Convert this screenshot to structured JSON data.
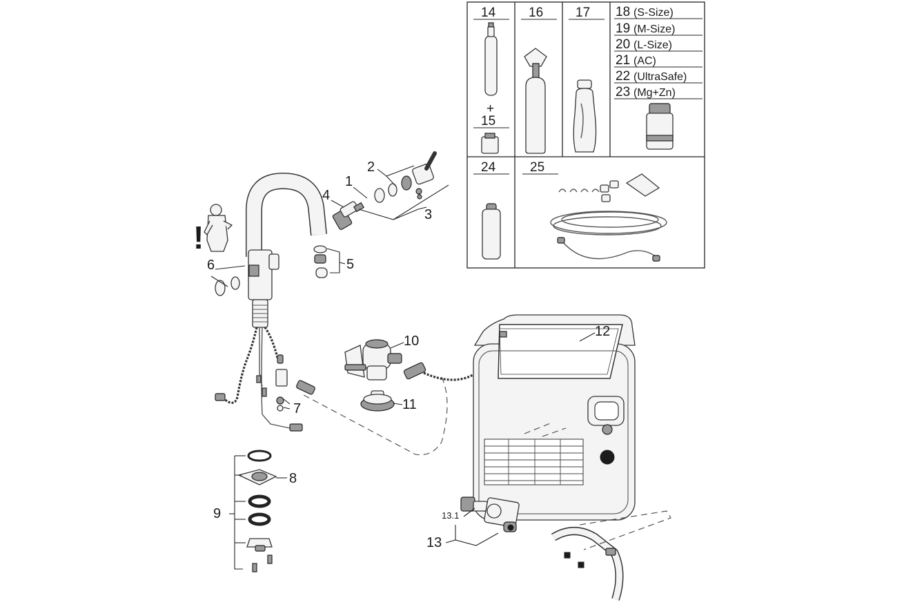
{
  "callouts": {
    "c1": "1",
    "c2": "2",
    "c3": "3",
    "c4": "4",
    "c5": "5",
    "c6": "6",
    "c7": "7",
    "c8": "8",
    "c9": "9",
    "c10": "10",
    "c11": "11",
    "c12": "12",
    "c13": "13",
    "c13_1": "13.1"
  },
  "accessory_table": {
    "c14": "14",
    "plus": "+",
    "c15": "15",
    "c16": "16",
    "c17": "17",
    "sizes": [
      {
        "num": "18",
        "text": "(S-Size)"
      },
      {
        "num": "19",
        "text": "(M-Size)"
      },
      {
        "num": "20",
        "text": "(L-Size)"
      },
      {
        "num": "21",
        "text": "(AC)"
      },
      {
        "num": "22",
        "text": "(UltraSafe)"
      },
      {
        "num": "23",
        "text": "(Mg+Zn)"
      }
    ],
    "c24": "24",
    "c25": "25"
  },
  "warning": {
    "mark": "!"
  },
  "icons": [
    "plumber-warning-icon",
    "co2-cylinder-icon",
    "water-bottle-icon",
    "filter-cartridge-icon",
    "chiller-unit-icon"
  ]
}
